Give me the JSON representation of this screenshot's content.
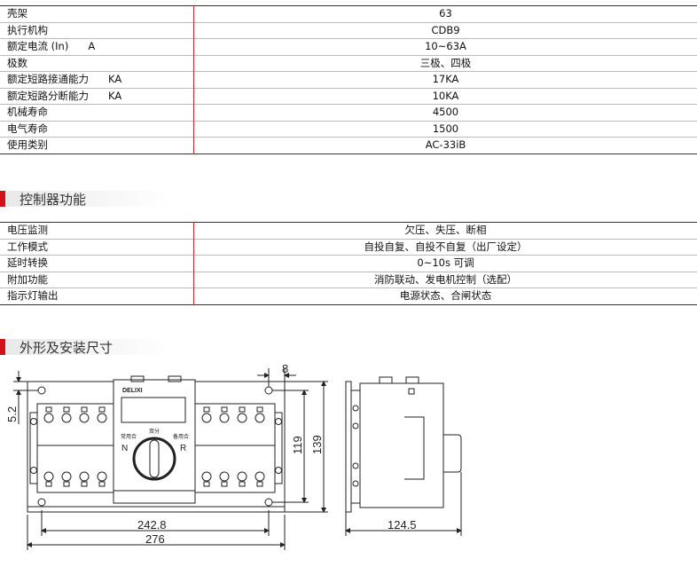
{
  "specs": [
    {
      "label": "壳架",
      "unit": "",
      "value": "63"
    },
    {
      "label": "执行机构",
      "unit": "",
      "value": "CDB9"
    },
    {
      "label": "额定电流 (In)",
      "unit": "A",
      "value": "10~63A"
    },
    {
      "label": "极数",
      "unit": "",
      "value": "三极、四极"
    },
    {
      "label": "额定短路接通能力",
      "unit": "KA",
      "value": "17KA"
    },
    {
      "label": "额定短路分断能力",
      "unit": "KA",
      "value": "10KA"
    },
    {
      "label": "机械寿命",
      "unit": "",
      "value": "4500"
    },
    {
      "label": "电气寿命",
      "unit": "",
      "value": "1500"
    },
    {
      "label": "使用类别",
      "unit": "",
      "value": "AC-33iB"
    }
  ],
  "section_controller": "控制器功能",
  "controller": [
    {
      "label": "电压监测",
      "value": "欠压、失压、断相"
    },
    {
      "label": "工作模式",
      "value": "自投自复、自投不自复（出厂设定）"
    },
    {
      "label": "延时转换",
      "value": "0~10s 可调"
    },
    {
      "label": "附加功能",
      "value": "消防联动、发电机控制（选配）"
    },
    {
      "label": "指示灯输出",
      "value": "电源状态、合闸状态"
    }
  ],
  "section_dimensions": "外形及安装尺寸",
  "drawing": {
    "brand": "DELIXI",
    "normal_label": "常用合",
    "normal_letter": "N",
    "double_off": "双分",
    "standby_label": "备用合",
    "standby_letter": "R",
    "dims": {
      "top_offset": "8",
      "hole_offset": "5.2",
      "height_outer": "139",
      "height_holes": "119",
      "width_holes": "242.8",
      "width_outer": "276",
      "depth": "124.5"
    }
  }
}
